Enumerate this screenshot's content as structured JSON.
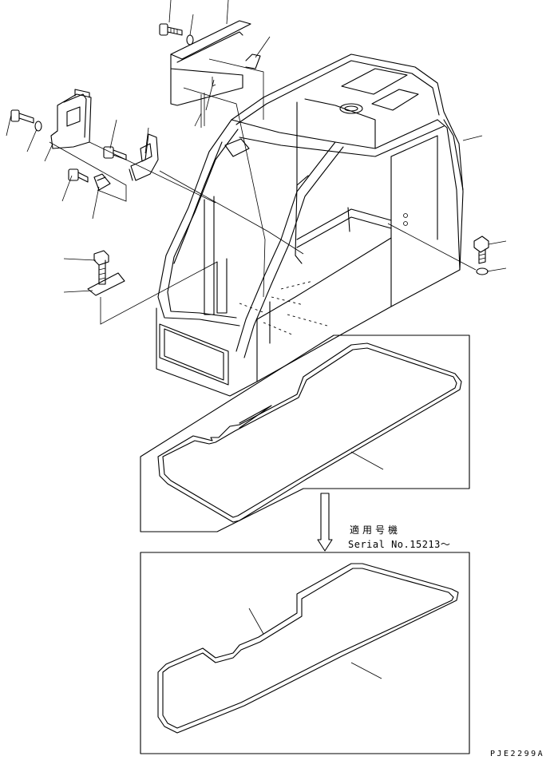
{
  "applicability": {
    "heading": "適用号機",
    "serial": "Serial No.15213～"
  },
  "drawing_code": "PJE2299A"
}
